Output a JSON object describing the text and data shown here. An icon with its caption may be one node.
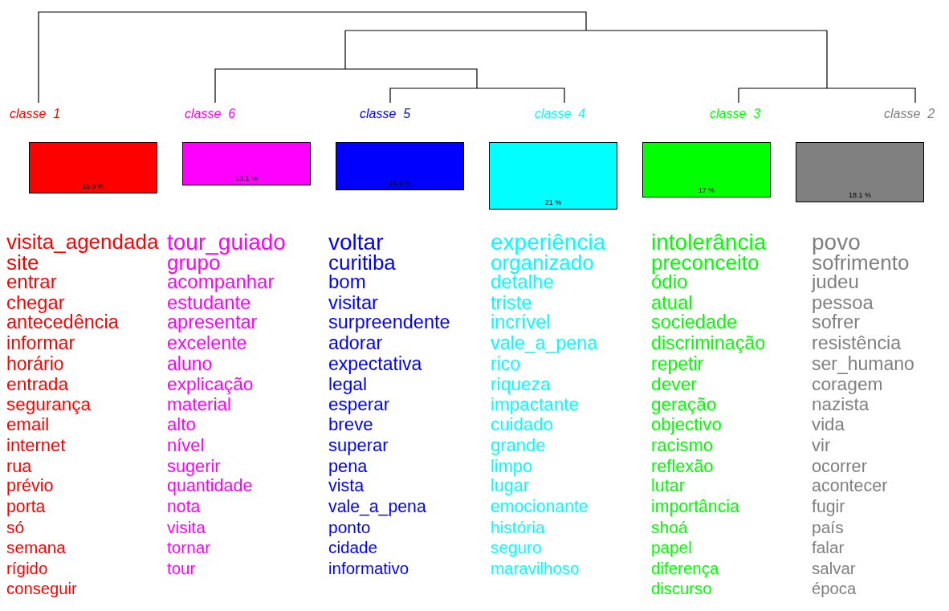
{
  "diagram": {
    "nodes": [
      {
        "text": [
          "15.9 %"
        ],
        "beside": [
          "classe  1",
          "visita_agendada",
          "site",
          "entrar",
          "chegar",
          "antecedência",
          "informar",
          "horário",
          "entrada",
          "segurança",
          "email",
          "internet",
          "rua",
          "prévio",
          "porta",
          "só",
          "semana",
          "rígido",
          "conseguir"
        ]
      },
      {
        "text": [
          "13.1 %"
        ],
        "beside": [
          "classe  6",
          "tour_guiado",
          "grupo",
          "acompanhar",
          "estudante",
          "apresentar",
          "excelente",
          "aluno",
          "explicação",
          "material",
          "alto",
          "nível",
          "sugerir",
          "quantidade",
          "nota",
          "visita",
          "tornar",
          "tour"
        ]
      },
      {
        "text": [
          "14.9 %"
        ],
        "beside": [
          "classe  5",
          "voltar",
          "curitiba",
          "bom",
          "visitar",
          "surpreendente",
          "adorar",
          "expectativa",
          "legal",
          "esperar",
          "breve",
          "superar",
          "pena",
          "vista",
          "vale_a_pena",
          "ponto",
          "cidade",
          "informativo"
        ]
      },
      {
        "text": [
          "21 %"
        ],
        "beside": [
          "classe  4",
          "experiência",
          "organizado",
          "detalhe",
          "triste",
          "incrível",
          "vale_a_pena",
          "rico",
          "riqueza",
          "impactante",
          "cuidado",
          "grande",
          "limpo",
          "lugar",
          "emocionante",
          "história",
          "seguro",
          "maravilhoso"
        ]
      },
      {
        "text": [
          "17 %"
        ],
        "beside": [
          "classe  3",
          "intolerância",
          "preconceito",
          "ódio",
          "atual",
          "sociedade",
          "discriminação",
          "repetir",
          "dever",
          "geração",
          "objectivo",
          "racismo",
          "reflexão",
          "lutar",
          "importância",
          "shoá",
          "papel",
          "diferença",
          "discurso"
        ]
      },
      {
        "text": [
          "18.1 %"
        ],
        "beside": [
          "classe  2",
          "povo",
          "sofrimento",
          "judeu",
          "pessoa",
          "sofrer",
          "resistência",
          "ser_humano",
          "coragem",
          "nazista",
          "vida",
          "vir",
          "ocorrer",
          "acontecer",
          "fugir",
          "país",
          "falar",
          "salvar",
          "época"
        ]
      }
    ]
  }
}
